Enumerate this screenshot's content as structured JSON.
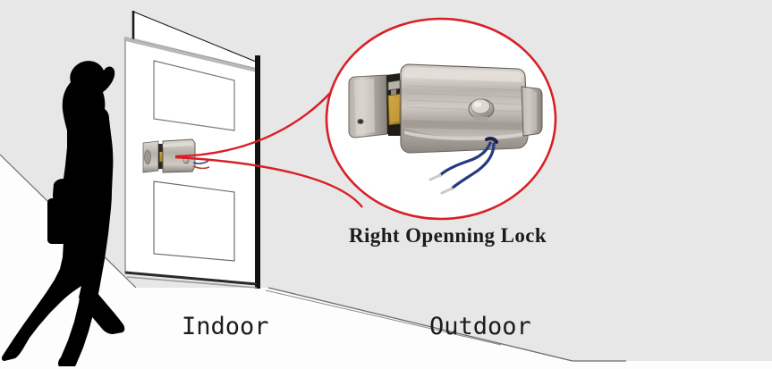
{
  "diagram": {
    "title_caption": "Right Openning Lock",
    "zones": {
      "indoor_label": "Indoor",
      "outdoor_label": "Outdoor"
    },
    "colors": {
      "background_gray": "#e7e7e7",
      "floor_white": "#fdfdfd",
      "callout_red": "#d81f26",
      "door_outline": "#1a1a1a",
      "door_face": "#ffffff",
      "silhouette": "#000000",
      "steel_light": "#d8d4cd",
      "steel_mid": "#b0aba3",
      "steel_dark": "#7d7871",
      "brass": "#b8912f",
      "wire_blue": "#263a82",
      "floor_line": "#6d6d6d"
    },
    "elements": {
      "person_silhouette": "walking-person-with-briefcase",
      "door": "open-panel-door-perspective",
      "wall_edge": "door-frame-edge",
      "floor_line": "floor-horizon-line",
      "callout_circle": "red-ellipse-callout",
      "callout_leader_lines": "two-red-converging-lines",
      "door_lock_small": "electric-lock-mounted-on-door",
      "lock_photo": "stainless-steel-electric-rim-lock",
      "lock_parts": {
        "strike_box": "stainless-strike-plate-housing",
        "brass_bolt": "brass-latch-bolt",
        "main_body": "stainless-lock-body",
        "push_button": "round-chrome-button",
        "wires": "two-blue-connection-wires"
      }
    }
  }
}
